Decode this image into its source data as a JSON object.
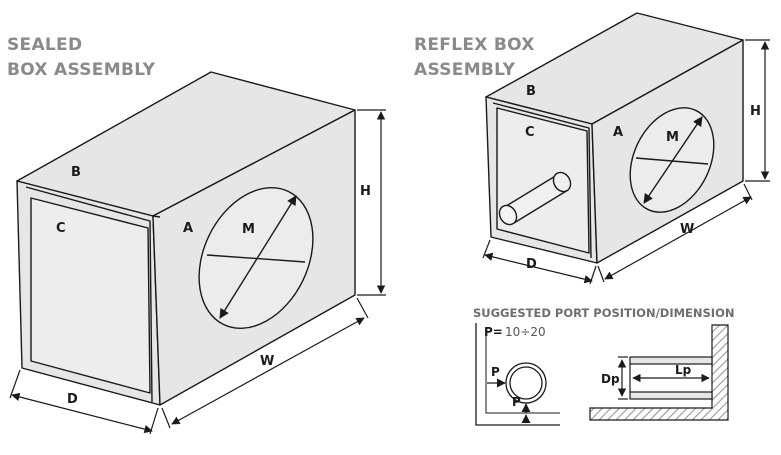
{
  "sealed": {
    "title_line1": "SEALED",
    "title_line2": "BOX ASSEMBLY",
    "labels": {
      "A": "A",
      "B": "B",
      "C": "C",
      "M": "M",
      "H": "H",
      "W": "W",
      "D": "D"
    }
  },
  "reflex": {
    "title_line1": "REFLEX BOX",
    "title_line2": "ASSEMBLY",
    "labels": {
      "A": "A",
      "B": "B",
      "C": "C",
      "M": "M",
      "H": "H",
      "W": "W",
      "D": "D"
    }
  },
  "port": {
    "heading": "SUGGESTED PORT POSITION/DIMENSION",
    "p_key": "P=",
    "p_value": "10÷20",
    "p_label": "P",
    "dp_label": "Dp",
    "lp_label": "Lp"
  },
  "colors": {
    "box_fill": "#e6e6e6",
    "line": "#1a1a1a",
    "title": "#8a8a8a",
    "hatch": "#9a9a9a"
  }
}
